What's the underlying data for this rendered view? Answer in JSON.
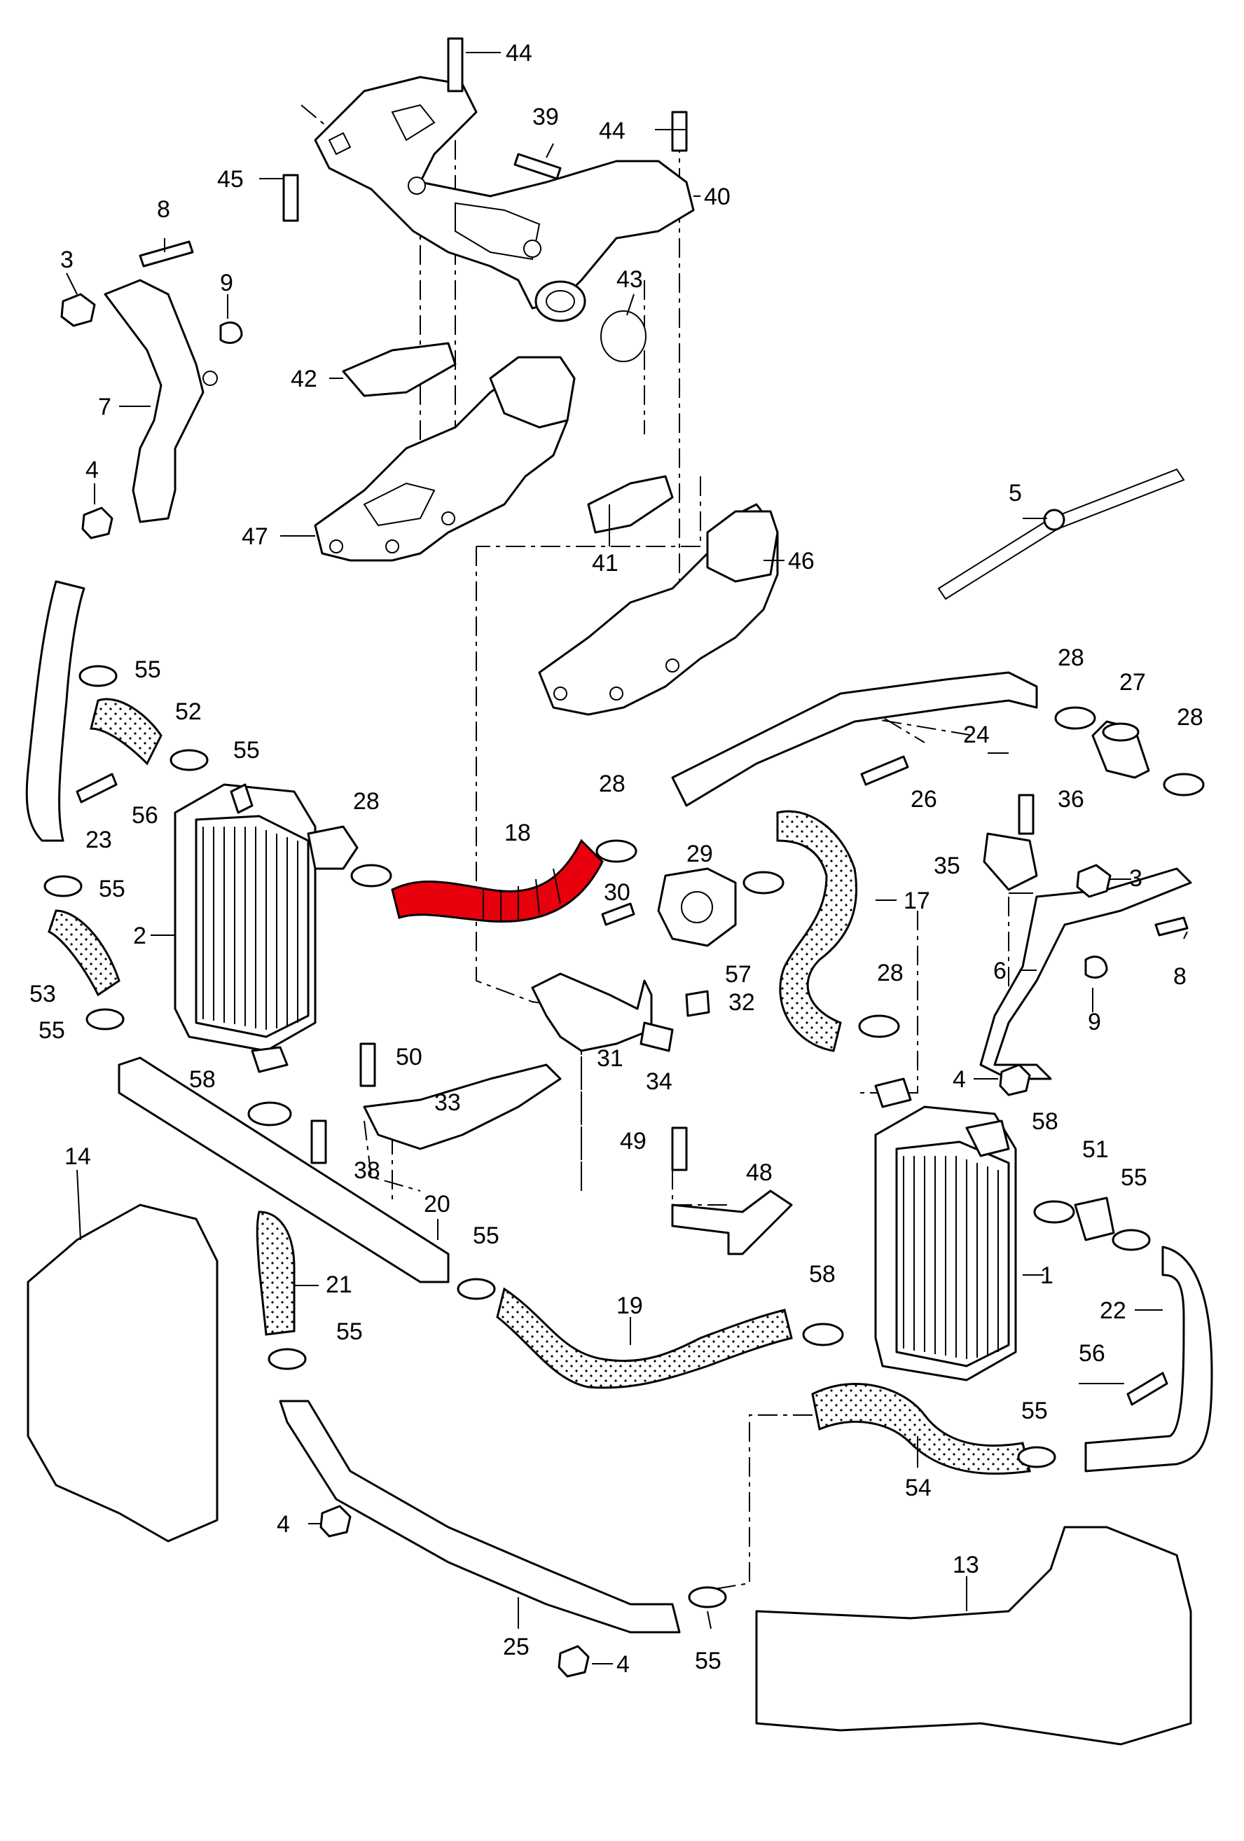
{
  "highlight_color": "#e8000d",
  "callouts": {
    "c1": "1",
    "c2": "2",
    "c3a": "3",
    "c3b": "3",
    "c4a": "4",
    "c4b": "4",
    "c4c": "4",
    "c4d": "4",
    "c5": "5",
    "c6": "6",
    "c7": "7",
    "c8a": "8",
    "c8b": "8",
    "c9a": "9",
    "c9b": "9",
    "c13": "13",
    "c14": "14",
    "c17": "17",
    "c18": "18",
    "c19": "19",
    "c20": "20",
    "c21": "21",
    "c22": "22",
    "c23": "23",
    "c24": "24",
    "c25": "25",
    "c26": "26",
    "c27": "27",
    "c28a": "28",
    "c28b": "28",
    "c28c": "28",
    "c28d": "28",
    "c28e": "28",
    "c29": "29",
    "c30": "30",
    "c31": "31",
    "c32": "32",
    "c33": "33",
    "c34": "34",
    "c35": "35",
    "c36": "36",
    "c38": "38",
    "c39": "39",
    "c40": "40",
    "c41": "41",
    "c42": "42",
    "c43": "43",
    "c44a": "44",
    "c44b": "44",
    "c45": "45",
    "c46": "46",
    "c47": "47",
    "c48": "48",
    "c49": "49",
    "c50": "50",
    "c51": "51",
    "c52": "52",
    "c53": "53",
    "c54": "54",
    "c55a": "55",
    "c55b": "55",
    "c55c": "55",
    "c55d": "55",
    "c55e": "55",
    "c55f": "55",
    "c55g": "55",
    "c55h": "55",
    "c55i": "55",
    "c56a": "56",
    "c56b": "56",
    "c57": "57",
    "c58a": "58",
    "c58b": "58",
    "c58c": "58"
  }
}
